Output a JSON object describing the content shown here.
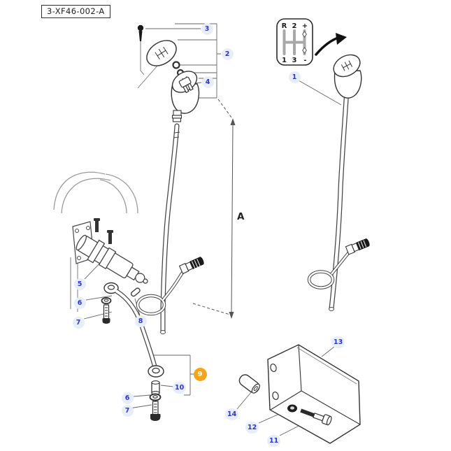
{
  "drawing_number": "3-XF46-002-A",
  "dimension_label": "A",
  "shift_pattern": {
    "top_row": [
      "R",
      "2",
      "+"
    ],
    "bottom_row": [
      "1",
      "3",
      "-"
    ]
  },
  "callouts": {
    "item1": "1",
    "item2": "2",
    "item3": "3",
    "item4": "4",
    "item5": "5",
    "item6_upper": "6",
    "item7_upper": "7",
    "item8": "8",
    "item9": "9",
    "item10": "10",
    "item6_lower": "6",
    "item7_lower": "7",
    "item11": "11",
    "item12": "12",
    "item13": "13",
    "item14": "14"
  },
  "colors": {
    "background": "#ffffff",
    "line": "#3a3a3a",
    "pipe": "#9a9a9a",
    "callout_bg": "#e7edfb",
    "callout_text": "#2b35cf",
    "highlight_bg": "#f5a41c",
    "highlight_text": "#ffffff"
  }
}
